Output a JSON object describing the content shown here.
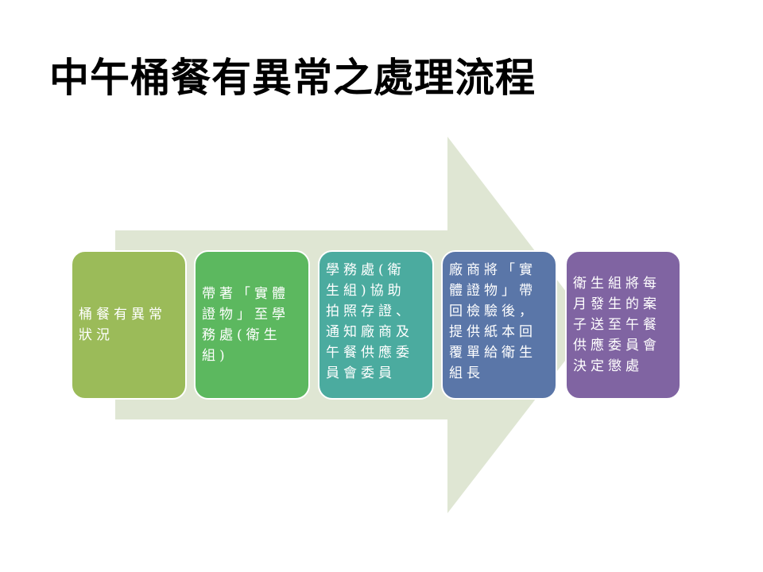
{
  "title": "中午桶餐有異常之處理流程",
  "colors": {
    "arrow": "#dfe6d3",
    "step1": "#9bbb59",
    "step2": "#5cb85f",
    "step3": "#4bab9f",
    "step4": "#5a76a8",
    "step5": "#8064a2"
  },
  "steps": [
    {
      "lines": [
        "桶餐有異常",
        "狀況"
      ]
    },
    {
      "lines": [
        "帶著「實體",
        "證物」至學",
        "務處(衛生",
        "組)"
      ]
    },
    {
      "lines": [
        "學務處(衛",
        "生組)協助",
        "拍照存證、",
        "通知廠商及",
        "午餐供應委",
        "員會委員"
      ]
    },
    {
      "lines": [
        "廠商將「實",
        "體證物」帶",
        "回檢驗後，",
        "提供紙本回",
        "覆單給衛生",
        "組長"
      ]
    },
    {
      "lines": [
        "衛生組將每",
        "月發生的案",
        "子送至午餐",
        "供應委員會",
        "決定懲處"
      ]
    }
  ]
}
